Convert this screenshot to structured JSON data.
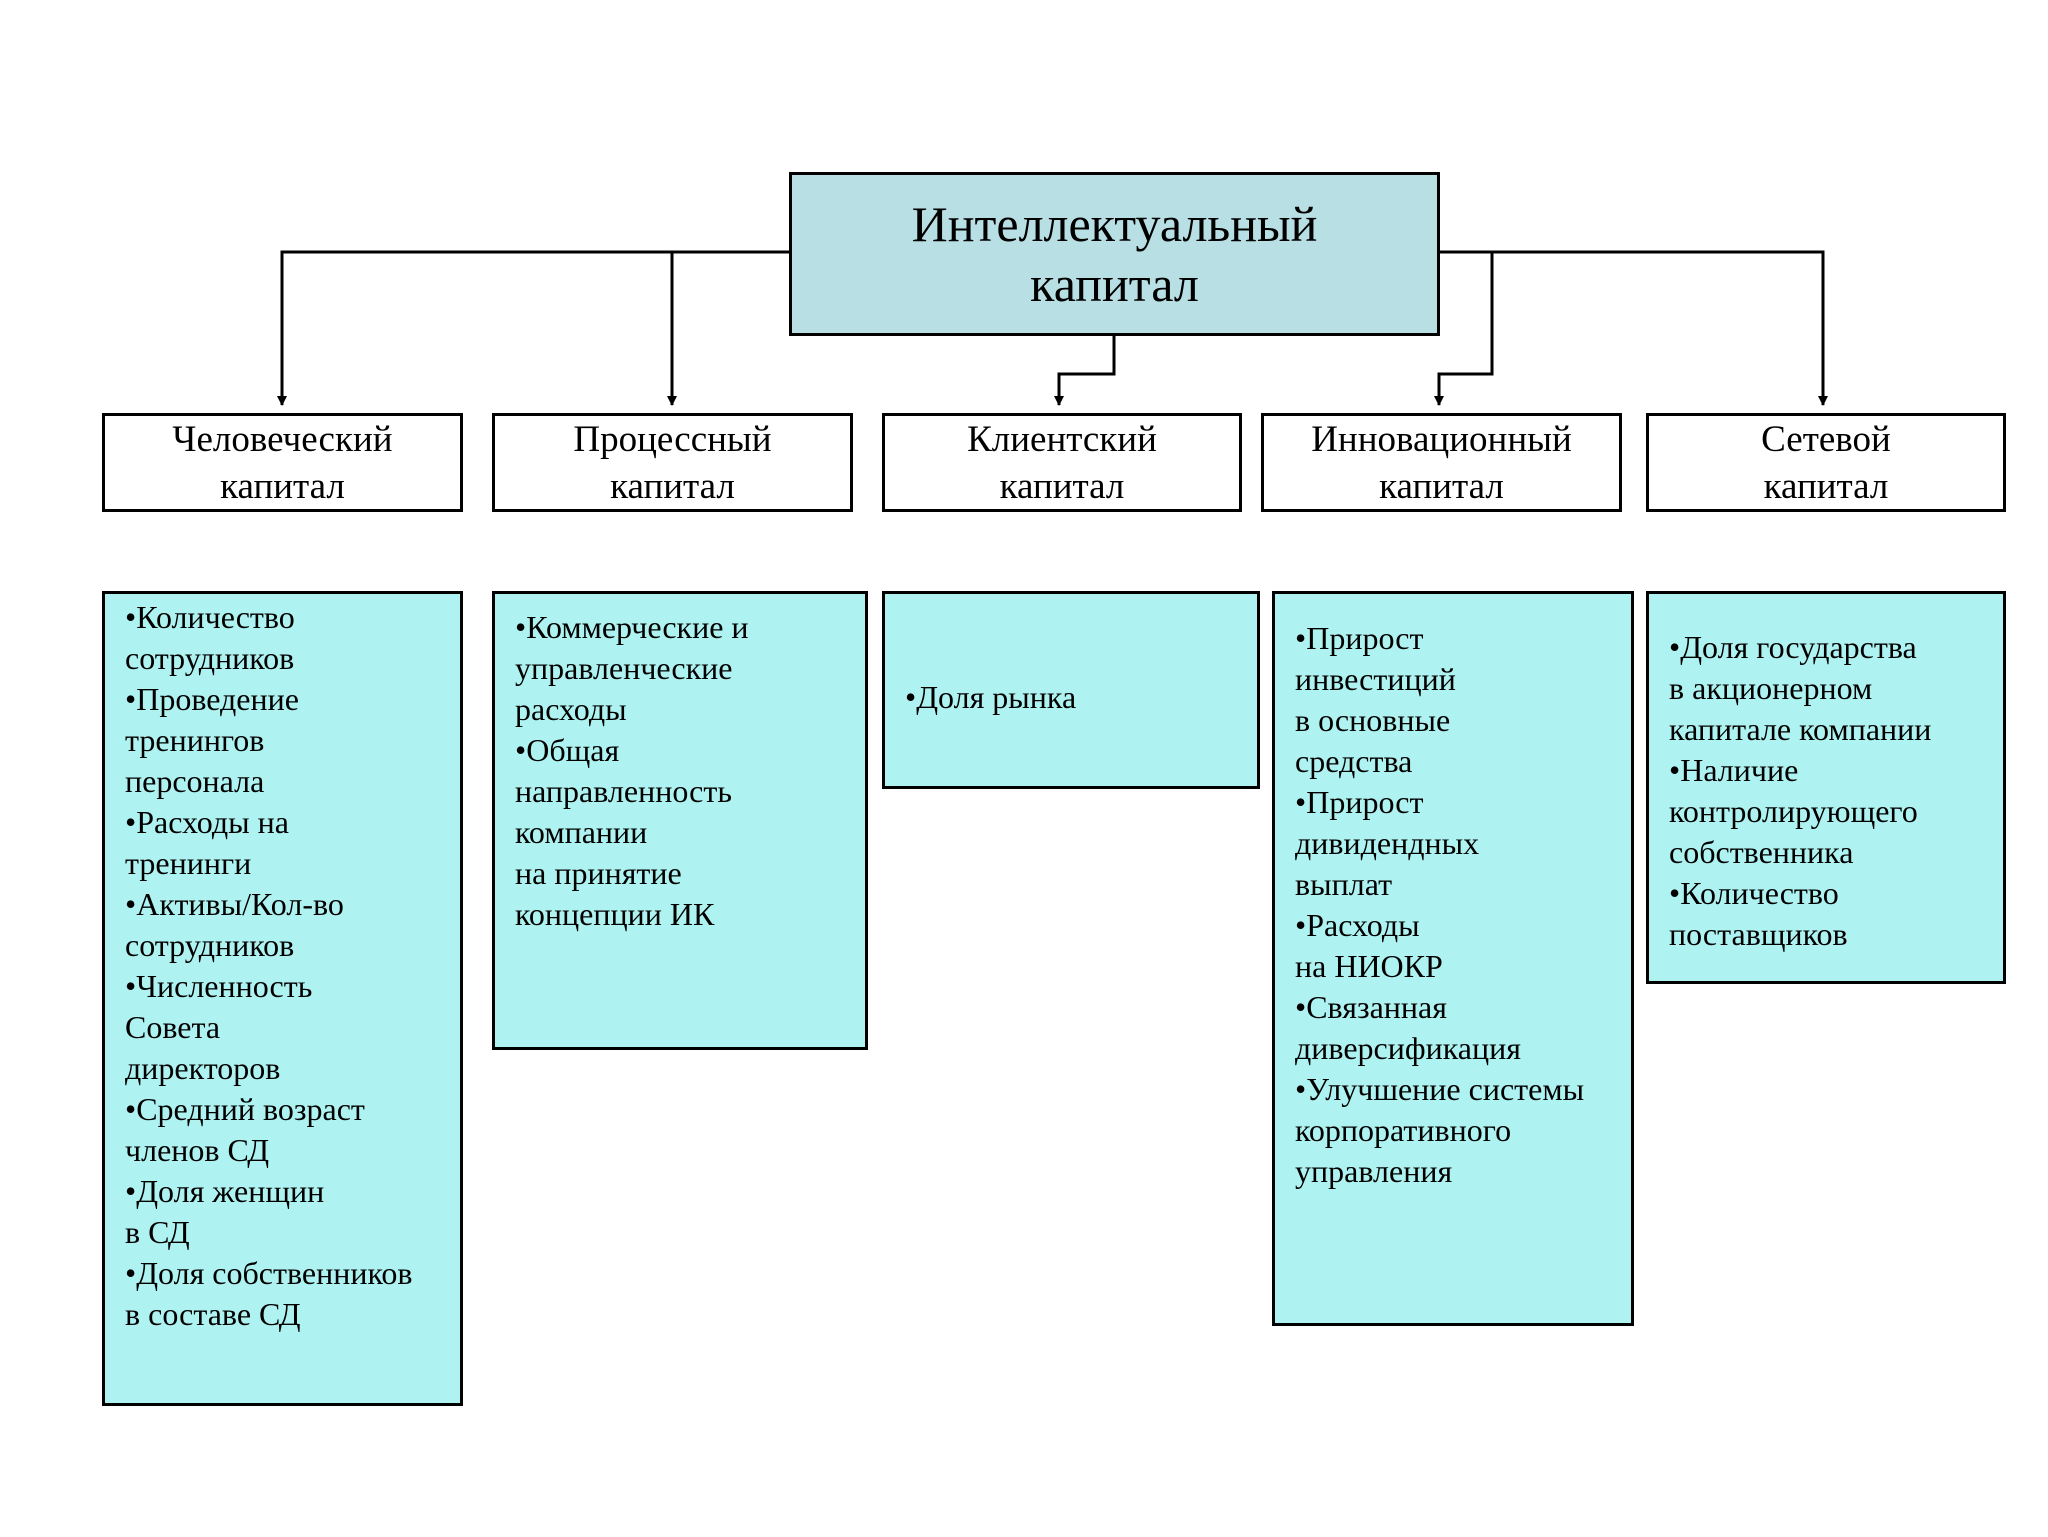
{
  "root": {
    "label": "Интеллектуальный\nкапитал"
  },
  "categories": [
    {
      "label": "Человеческий\nкапитал"
    },
    {
      "label": "Процессный\nкапитал"
    },
    {
      "label": "Клиентский\nкапитал"
    },
    {
      "label": "Инновационный\nкапитал"
    },
    {
      "label": "Сетевой\nкапитал"
    }
  ],
  "indicators": [
    {
      "items": [
        "•Количество\nсотрудников",
        "•Проведение\nтренингов\nперсонала",
        "•Расходы на\nтренинги",
        "•Активы/Кол-во\nсотрудников",
        "•Численность\nСовета\nдиректоров",
        "•Средний возраст\nчленов СД",
        "•Доля женщин\nв СД",
        "•Доля собственников\nв составе СД"
      ]
    },
    {
      "items": [
        "•Коммерческие и\nуправленческие\nрасходы",
        "•Общая\nнаправленность\nкомпании\nна принятие\nконцепции ИК"
      ]
    },
    {
      "items": [
        "•Доля рынка"
      ]
    },
    {
      "items": [
        "•Прирост\nинвестиций\nв основные\nсредства",
        "•Прирост\nдивидендных\nвыплат",
        "•Расходы\nна НИОКР",
        "•Связанная\nдиверсификация",
        "•Улучшение системы\nкорпоративного\nуправления"
      ]
    },
    {
      "items": [
        "•Доля государства\nв акционерном\nкапитале компании",
        "•Наличие\nконтролирующего\nсобственника",
        "•Количество\nпоставщиков"
      ]
    }
  ],
  "colors": {
    "root_fill": "#b8dfe3",
    "indicator_fill": "#aef3f1",
    "category_fill": "#ffffff",
    "border": "#000000"
  }
}
